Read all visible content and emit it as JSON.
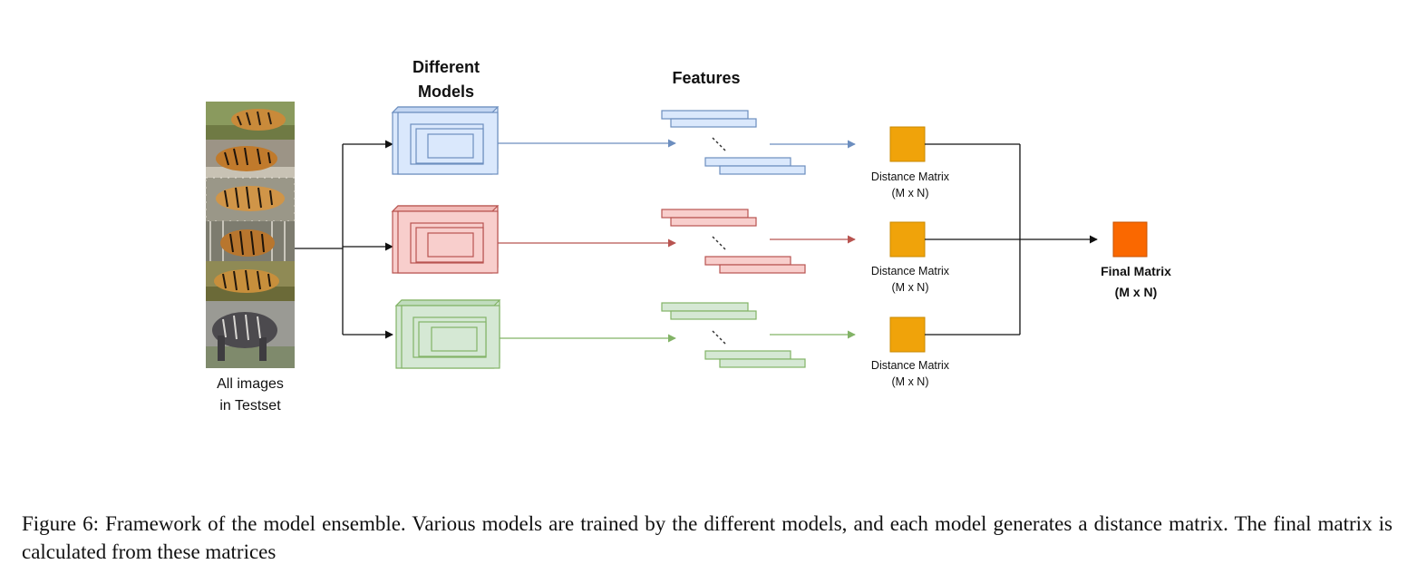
{
  "labels": {
    "models_title_line1": "Different",
    "models_title_line2": "Models",
    "features_title": "Features",
    "testset_line1": "All images",
    "testset_line2": "in Testset",
    "distance_line1": "Distance Matrix",
    "distance_line2": "(M x N)",
    "final_line1": "Final Matrix",
    "final_line2": "(M x N)"
  },
  "caption": {
    "figure_label": "Figure 6:",
    "text": "Framework of the model ensemble. Various models are trained by the different models, and each model generates a distance matrix. The final matrix is calculated from these matrices"
  },
  "colors": {
    "branch_blue": "#6c8ebf",
    "branch_blue_fill": "#dae8fc",
    "branch_red": "#b85450",
    "branch_red_fill": "#f8cecc",
    "branch_green": "#82b366",
    "branch_green_fill": "#d5e8d4",
    "distance_matrix": "#f0a30a",
    "final_matrix": "#fa6800"
  }
}
